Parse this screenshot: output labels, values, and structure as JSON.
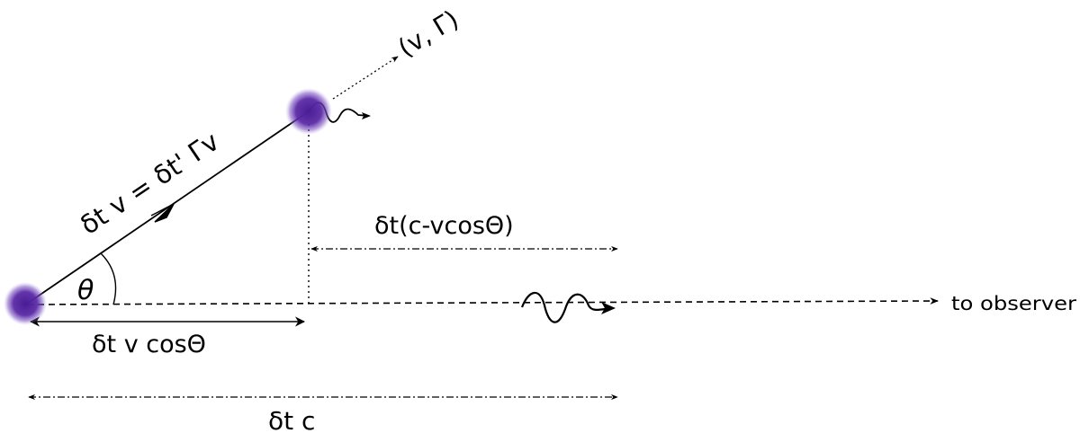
{
  "labels": {
    "velocity": "(v, Γ)",
    "path": "δt v = δt' Γv",
    "angle": "θ",
    "projection": "δt v cosΘ",
    "difference": "δt(c-vcosΘ)",
    "observer": "to observer",
    "light_distance": "δt c"
  },
  "colors": {
    "blob": "#5a2a9e",
    "line": "#000000"
  }
}
